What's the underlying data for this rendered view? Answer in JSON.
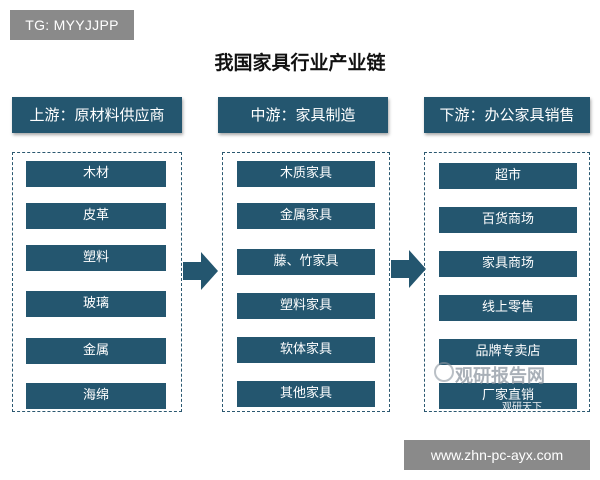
{
  "tag": "TG: MYYJJPP",
  "title": "我国家具行业产业链",
  "columns": [
    {
      "header": "上游：原材料供应商",
      "items": [
        "木材",
        "皮革",
        "塑料",
        "玻璃",
        "金属",
        "海绵"
      ]
    },
    {
      "header": "中游：家具制造",
      "items": [
        "木质家具",
        "金属家具",
        "藤、竹家具",
        "塑料家具",
        "软体家具",
        "其他家具"
      ]
    },
    {
      "header": "下游：办公家具销售",
      "items": [
        "超市",
        "百货商场",
        "家具商场",
        "线上零售",
        "品牌专卖店",
        "厂家直销"
      ]
    }
  ],
  "watermark": {
    "brand": "观研报告网",
    "sub": "观研天下"
  },
  "url": "www.zhn-pc-ayx.com",
  "colors": {
    "box_fill": "#24566f",
    "dashed_border": "#2b5870",
    "arrow": "#24566f"
  }
}
